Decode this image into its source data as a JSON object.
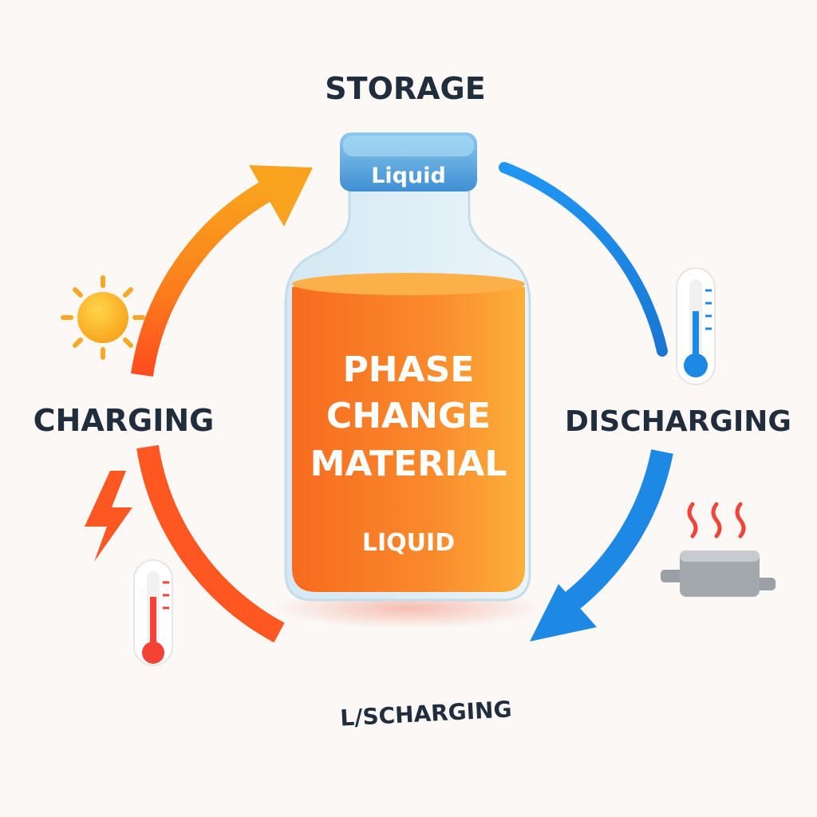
{
  "labels": {
    "top": "STORAGE",
    "left": "CHARGING",
    "right": "DISCHARGING",
    "bottom": "L/SCHARGING"
  },
  "bottle": {
    "cap_label": "Liquid",
    "line1": "PHASE",
    "line2": "CHANGE",
    "line3": "MATERIAL",
    "state": "LIQUID"
  },
  "icons": [
    "sun-icon",
    "lightning-icon",
    "thermometer-hot-icon",
    "thermometer-cold-icon",
    "heat-waves-icon",
    "heating-element-icon"
  ],
  "colors": {
    "charging_orange": "#f7931e",
    "charging_red": "#ff5722",
    "discharging_blue": "#1e88e5",
    "pcm_orange": "#f7872d",
    "cap_blue": "#4a9ad8",
    "text_dark": "#1f2d3d"
  }
}
